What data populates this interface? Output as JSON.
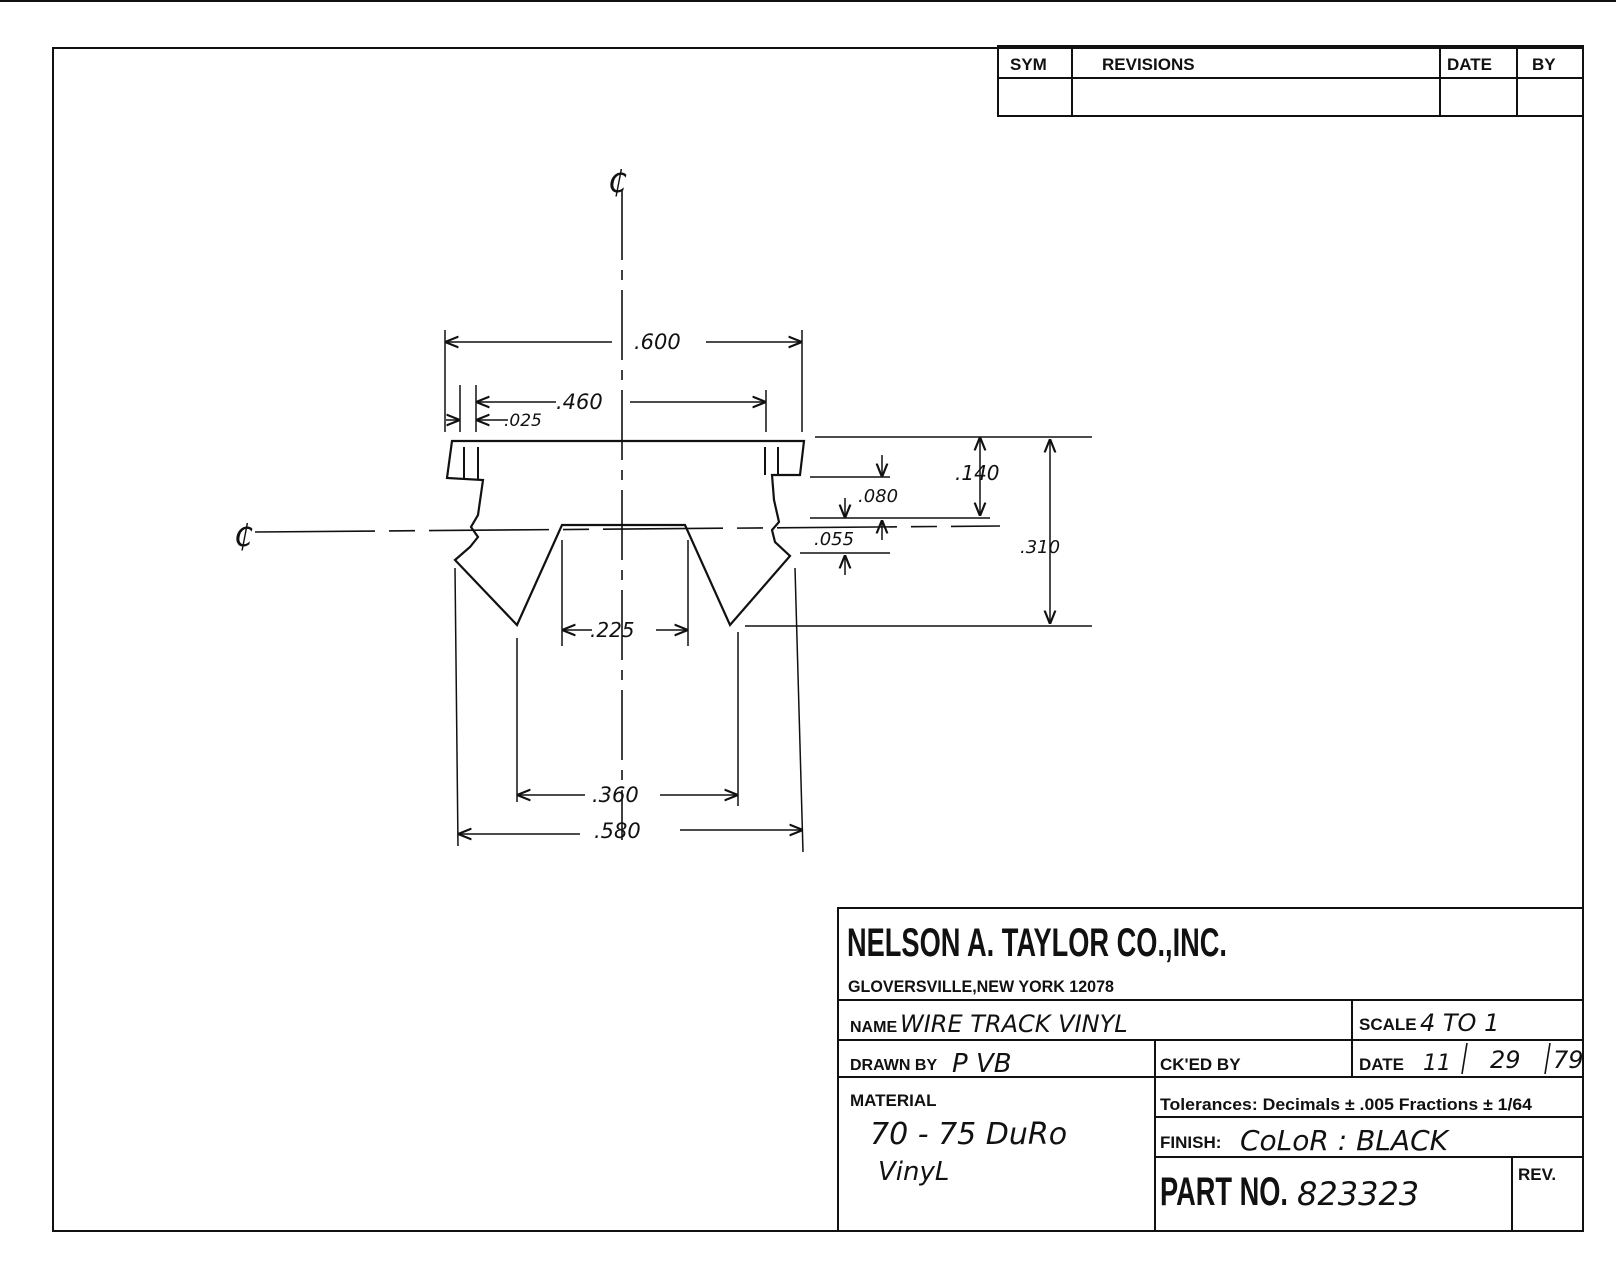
{
  "revision_block": {
    "headers": {
      "sym": "SYM",
      "revisions": "REVISIONS",
      "date": "DATE",
      "by": "BY"
    }
  },
  "centerline_symbol": "₵",
  "dimensions": {
    "overall_top_width": ".600",
    "inner_top_width": ".460",
    "lip": ".025",
    "flange_height": ".140",
    "groove_depth": ".080",
    "groove_offset": ".055",
    "total_height": ".310",
    "center_gap": ".225",
    "leg_span": ".360",
    "bottom_width": ".580"
  },
  "title_block": {
    "company": "NELSON A. TAYLOR CO.,INC.",
    "address": "GLOVERSVILLE,NEW YORK 12078",
    "name_label": "NAME",
    "name_value": "WIRE TRACK VINYL",
    "scale_label": "SCALE",
    "scale_value": "4 TO 1",
    "drawn_by_label": "DRAWN BY",
    "drawn_by_value": "P VB",
    "checked_by_label": "CK'ED BY",
    "checked_by_value": "",
    "date_label": "DATE",
    "date_month": "11",
    "date_day": "29",
    "date_year": "79",
    "material_label": "MATERIAL",
    "material_line1": "70 - 75 DuRo",
    "material_line2": "VinyL",
    "tolerances": "Tolerances: Decimals ± .005 Fractions ± 1/64",
    "finish_label": "FINISH:",
    "finish_value": "CoLoR : BLACK",
    "part_no_label": "PART NO.",
    "part_no_value": "823323",
    "rev_label": "REV."
  }
}
